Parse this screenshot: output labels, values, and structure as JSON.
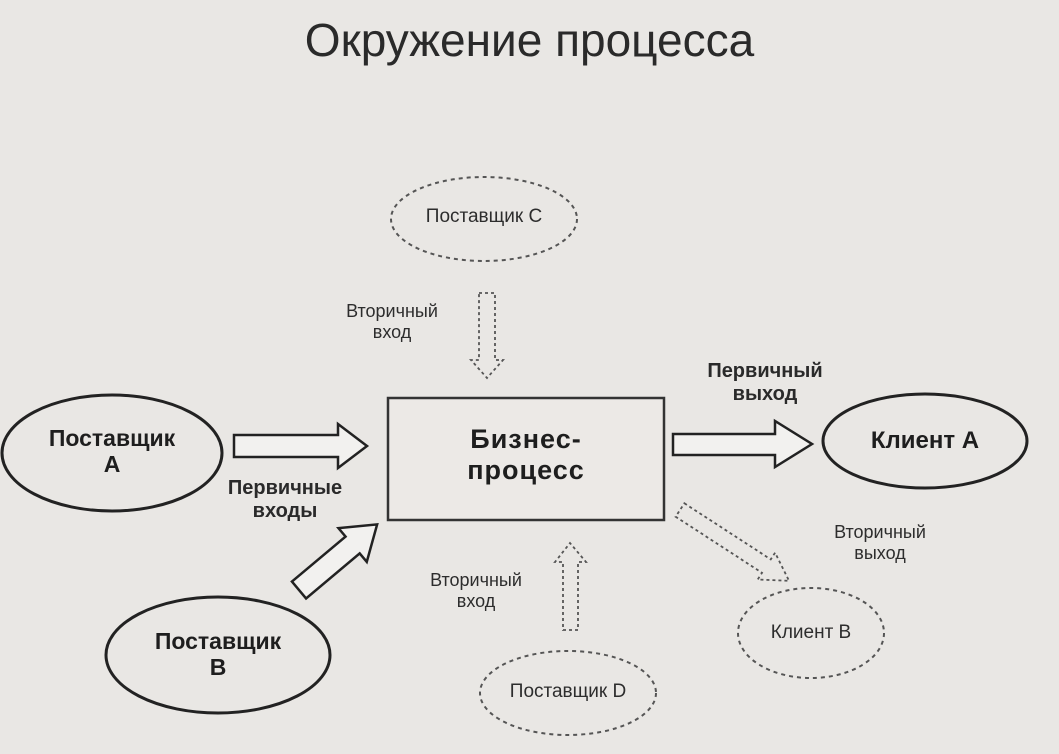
{
  "title": "Окружение процесса",
  "nodes": {
    "process": "Бизнес-\nпроцесс",
    "supplier_a": "Поставщик\nА",
    "supplier_b": "Поставщик\nВ",
    "supplier_c": "Поставщик С",
    "supplier_d": "Поставщик D",
    "client_a": "Клиент А",
    "client_b": "Клиент В"
  },
  "labels": {
    "primary_inputs": "Первичные\nвходы",
    "primary_output": "Первичный\nвыход",
    "secondary_input_top": "Вторичный\nвход",
    "secondary_input_bottom": "Вторичный\nвход",
    "secondary_output": "Вторичный\nвыход"
  }
}
